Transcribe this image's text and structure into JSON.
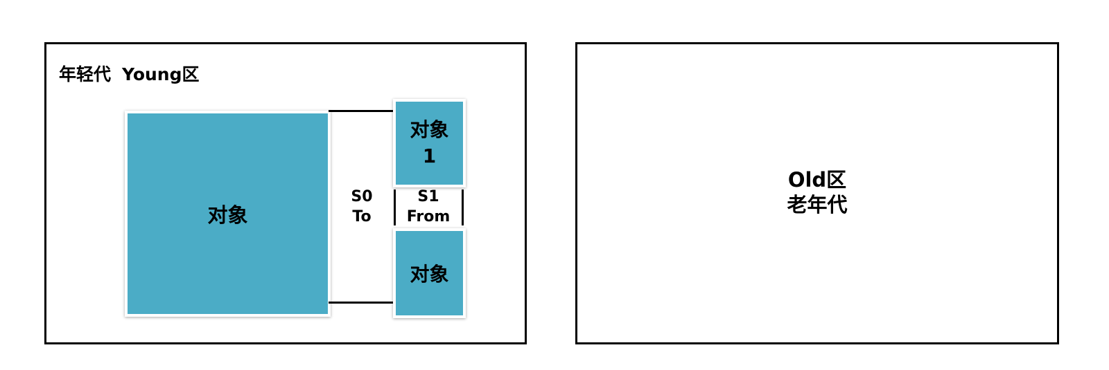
{
  "young_generation": {
    "title_cn": "年轻代",
    "title_en": "Young区",
    "eden_object": "对象",
    "s0": {
      "name": "S0",
      "role": "To"
    },
    "s1": {
      "name": "S1",
      "role": "From"
    },
    "s1_objects": [
      {
        "line1": "对象",
        "line2": "1"
      },
      {
        "line1": "对象"
      }
    ]
  },
  "old_generation": {
    "title_en": "Old区",
    "title_cn": "老年代"
  },
  "colors": {
    "object_fill": "#4bacc6",
    "border": "#000000"
  }
}
